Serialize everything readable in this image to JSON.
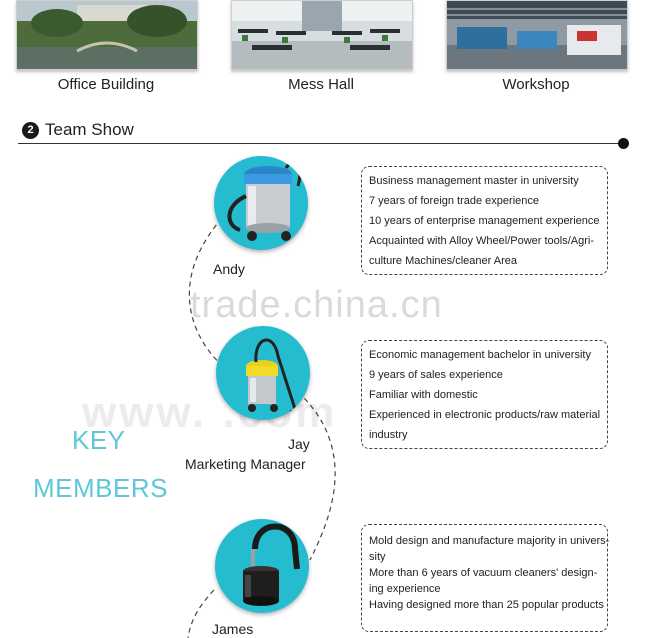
{
  "facilities": [
    {
      "caption": "Office Building",
      "icon": "office-building-photo"
    },
    {
      "caption": "Mess Hall",
      "icon": "mess-hall-photo"
    },
    {
      "caption": "Workshop",
      "icon": "workshop-photo"
    }
  ],
  "section": {
    "number": "2",
    "title": "Team Show"
  },
  "key_members": {
    "line1": "KEY",
    "line2": "MEMBERS"
  },
  "watermark": {
    "text": "trade.china.cn",
    "text2": "www.                    .com"
  },
  "members": [
    {
      "name": "Andy",
      "role": "",
      "lines": [
        "Business management master in university",
        "7 years of foreign trade experience",
        "10 years of enterprise management experience",
        "Acquainted with Alloy Wheel/Power tools/Agri-",
        "culture Machines/cleaner Area"
      ]
    },
    {
      "name": "Jay",
      "role": "Marketing Manager",
      "lines": [
        "Economic management bachelor in university",
        "9 years of sales experience",
        "Familiar with domestic",
        "Experienced in electronic products/raw material",
        "industry"
      ]
    },
    {
      "name": "James",
      "role": "",
      "lines": [
        "Mold design and manufacture majority in univers-",
        "sity",
        "More than 6 years of vacuum cleaners' design-",
        "ing experience",
        "Having designed more than 25 popular products"
      ]
    }
  ],
  "colors": {
    "accent": "#26bcd0",
    "key_text": "#5ec7d8"
  }
}
